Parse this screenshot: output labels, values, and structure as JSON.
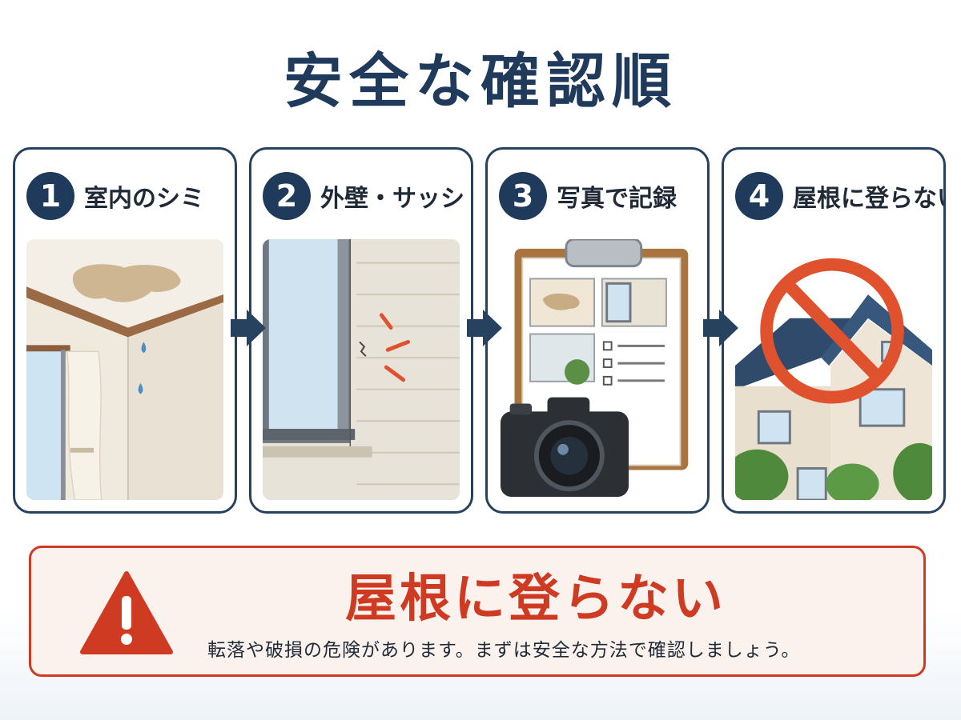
{
  "title": "安全な確認順",
  "steps": [
    {
      "number": "1",
      "label": "室内のシミ",
      "icon": "ceiling-stain-illustration"
    },
    {
      "number": "2",
      "label": "外壁・サッシ",
      "icon": "wall-crack-illustration"
    },
    {
      "number": "3",
      "label": "写真で記録",
      "icon": "camera-clipboard-illustration"
    },
    {
      "number": "4",
      "label": "屋根に登らない",
      "icon": "no-roof-illustration"
    }
  ],
  "warning": {
    "title": "屋根に登らない",
    "body": "転落や破損の危険があります。まずは安全な方法で確認しましょう。",
    "icon": "warning-triangle-icon"
  },
  "colors": {
    "navy": "#1f3a5a",
    "warning_red": "#cf3a22",
    "no_sign_orange": "#e0512e"
  }
}
